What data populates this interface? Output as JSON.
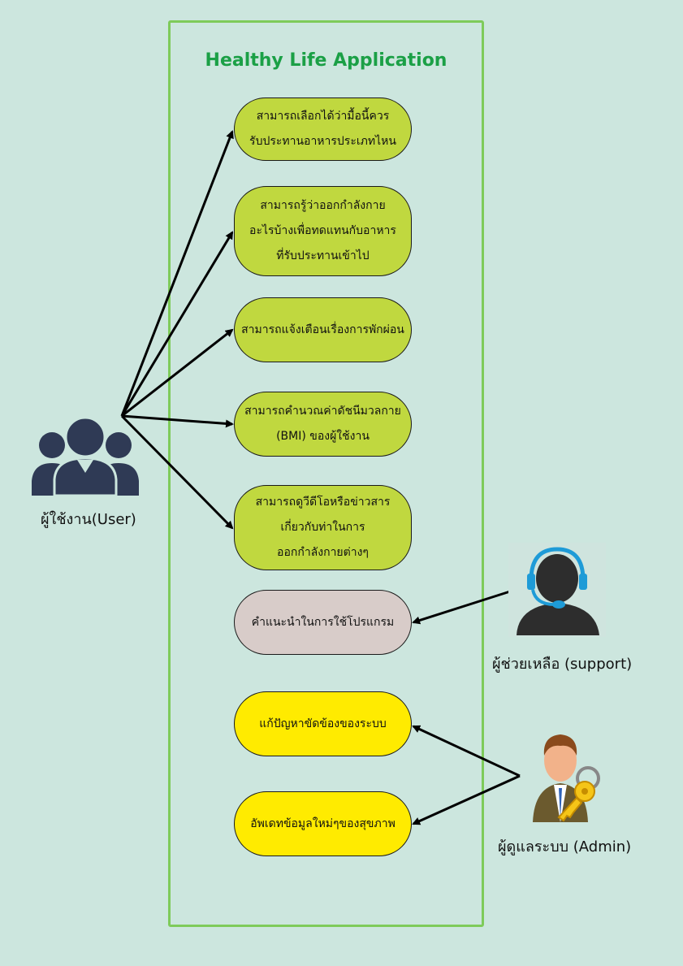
{
  "system": {
    "title": "Healthy Life Application"
  },
  "actors": {
    "user": {
      "label": "ผู้ใช้งาน(User)",
      "icon": "users-group-icon"
    },
    "support": {
      "label": "ผู้ช่วยเหลือ (support)",
      "icon": "headset-support-icon"
    },
    "admin": {
      "label": "ผู้ดูแลระบบ (Admin)",
      "icon": "admin-key-icon"
    }
  },
  "use_cases": [
    {
      "text": "สามารถเลือกได้ว่ามื้อนี้ควร\nรับประทานอาหารประเภทไหน",
      "actor": "user"
    },
    {
      "text": "สามารถรู้ว่าออกกำลังกาย\nอะไรบ้างเพื่อทดแทนกับอาหาร\nที่รับประทานเข้าไป",
      "actor": "user"
    },
    {
      "text": "สามารถแจ้งเตือนเรื่องการพักผ่อน",
      "actor": "user"
    },
    {
      "text": "สามารถคำนวณค่าดัชนีมวลกาย\n(BMI) ของผู้ใช้งาน",
      "actor": "user"
    },
    {
      "text": "สามารถดูวีดีโอหรือข่าวสาร\nเกี่ยวกับท่าในการ\nออกกำลังกายต่างๆ",
      "actor": "user"
    },
    {
      "text": "คำแนะนำในการใช้โปรแกรม",
      "actor": "support"
    },
    {
      "text": "แก้ปัญหาขัดข้องของระบบ",
      "actor": "admin"
    },
    {
      "text": "อัพเดทข้อมูลใหม่ๆของสุขภาพ",
      "actor": "admin"
    }
  ],
  "colors": {
    "background": "#cce6de",
    "system_border": "#7ecb5a",
    "title": "#1ba046",
    "usecase_user": "#c0d83f",
    "usecase_support": "#d8ccc9",
    "usecase_admin": "#ffeb00",
    "actor_dark": "#2f3a55"
  }
}
